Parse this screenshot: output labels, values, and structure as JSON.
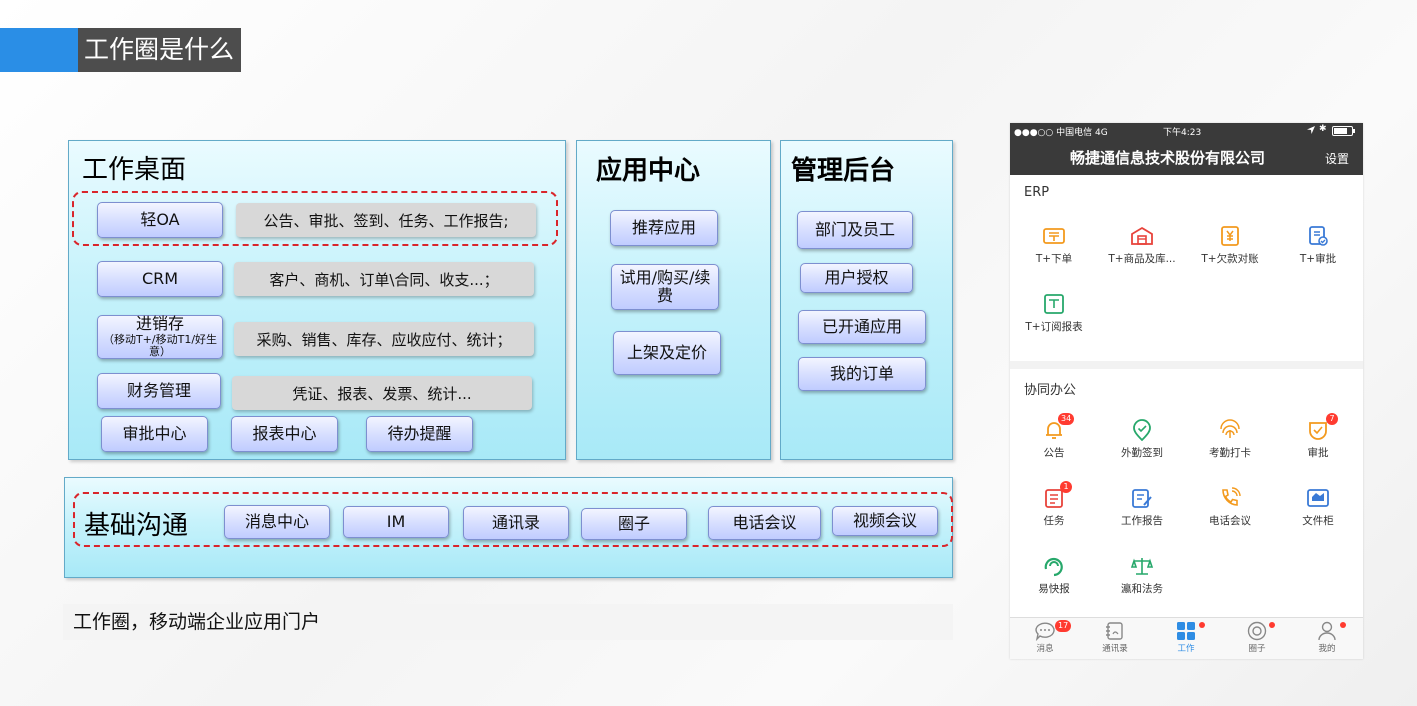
{
  "header": {
    "title": "工作圈是什么"
  },
  "workbench": {
    "title": "工作桌面",
    "rows": [
      {
        "button": "轻OA",
        "desc": "公告、审批、签到、任务、工作报告;"
      },
      {
        "button": "CRM",
        "desc": "客户、商机、订单\\合同、收支...；"
      },
      {
        "button": "进销存",
        "button_sub": "（移动T+/移动T1/好生意）",
        "desc": "采购、销售、库存、应收应付、统计；"
      },
      {
        "button": "财务管理",
        "desc": "凭证、报表、发票、统计..."
      }
    ],
    "bottom_buttons": [
      "审批中心",
      "报表中心",
      "待办提醒"
    ]
  },
  "app_center": {
    "title": "应用中心",
    "buttons": [
      "推荐应用",
      "试用/购买/续费",
      "上架及定价"
    ]
  },
  "admin": {
    "title": "管理后台",
    "buttons": [
      "部门及员工",
      "用户授权",
      "已开通应用",
      "我的订单"
    ]
  },
  "communication": {
    "title": "基础沟通",
    "buttons": [
      "消息中心",
      "IM",
      "通讯录",
      "圈子",
      "电话会议",
      "视频会议"
    ]
  },
  "caption": "工作圈，移动端企业应用门户",
  "phone": {
    "status": {
      "carrier": "●●●○○ 中国电信  4G",
      "time": "下午4:23"
    },
    "nav": {
      "title": "畅捷通信息技术股份有限公司",
      "settings": "设置"
    },
    "erp": {
      "title": "ERP",
      "apps": [
        {
          "label": "T+下单",
          "icon": "order-icon"
        },
        {
          "label": "T+商品及库...",
          "icon": "warehouse-icon"
        },
        {
          "label": "T+欠款对账",
          "icon": "ledger-icon"
        },
        {
          "label": "T+审批",
          "icon": "approval-icon"
        },
        {
          "label": "T+订阅报表",
          "icon": "report-subscribe-icon"
        }
      ]
    },
    "collab": {
      "title": "协同办公",
      "apps": [
        {
          "label": "公告",
          "icon": "bell-icon",
          "badge": "34"
        },
        {
          "label": "外勤签到",
          "icon": "location-check-icon"
        },
        {
          "label": "考勤打卡",
          "icon": "fingerprint-icon"
        },
        {
          "label": "审批",
          "icon": "approve-check-icon",
          "badge": "7"
        },
        {
          "label": "任务",
          "icon": "task-icon",
          "badge": "1"
        },
        {
          "label": "工作报告",
          "icon": "work-report-icon"
        },
        {
          "label": "电话会议",
          "icon": "phone-conference-icon"
        },
        {
          "label": "文件柜",
          "icon": "file-cabinet-icon"
        },
        {
          "label": "易快报",
          "icon": "quick-report-icon"
        },
        {
          "label": "瀛和法务",
          "icon": "scale-icon"
        }
      ]
    },
    "tabs": [
      {
        "label": "消息",
        "badge": "17"
      },
      {
        "label": "通讯录"
      },
      {
        "label": "工作",
        "active": true
      },
      {
        "label": "圈子"
      },
      {
        "label": "我的"
      }
    ],
    "colors": {
      "accent": "#2f8de4",
      "orange": "#f39a1e",
      "red": "#e8433b",
      "green": "#27a86b",
      "blue": "#3a7ad6"
    }
  }
}
